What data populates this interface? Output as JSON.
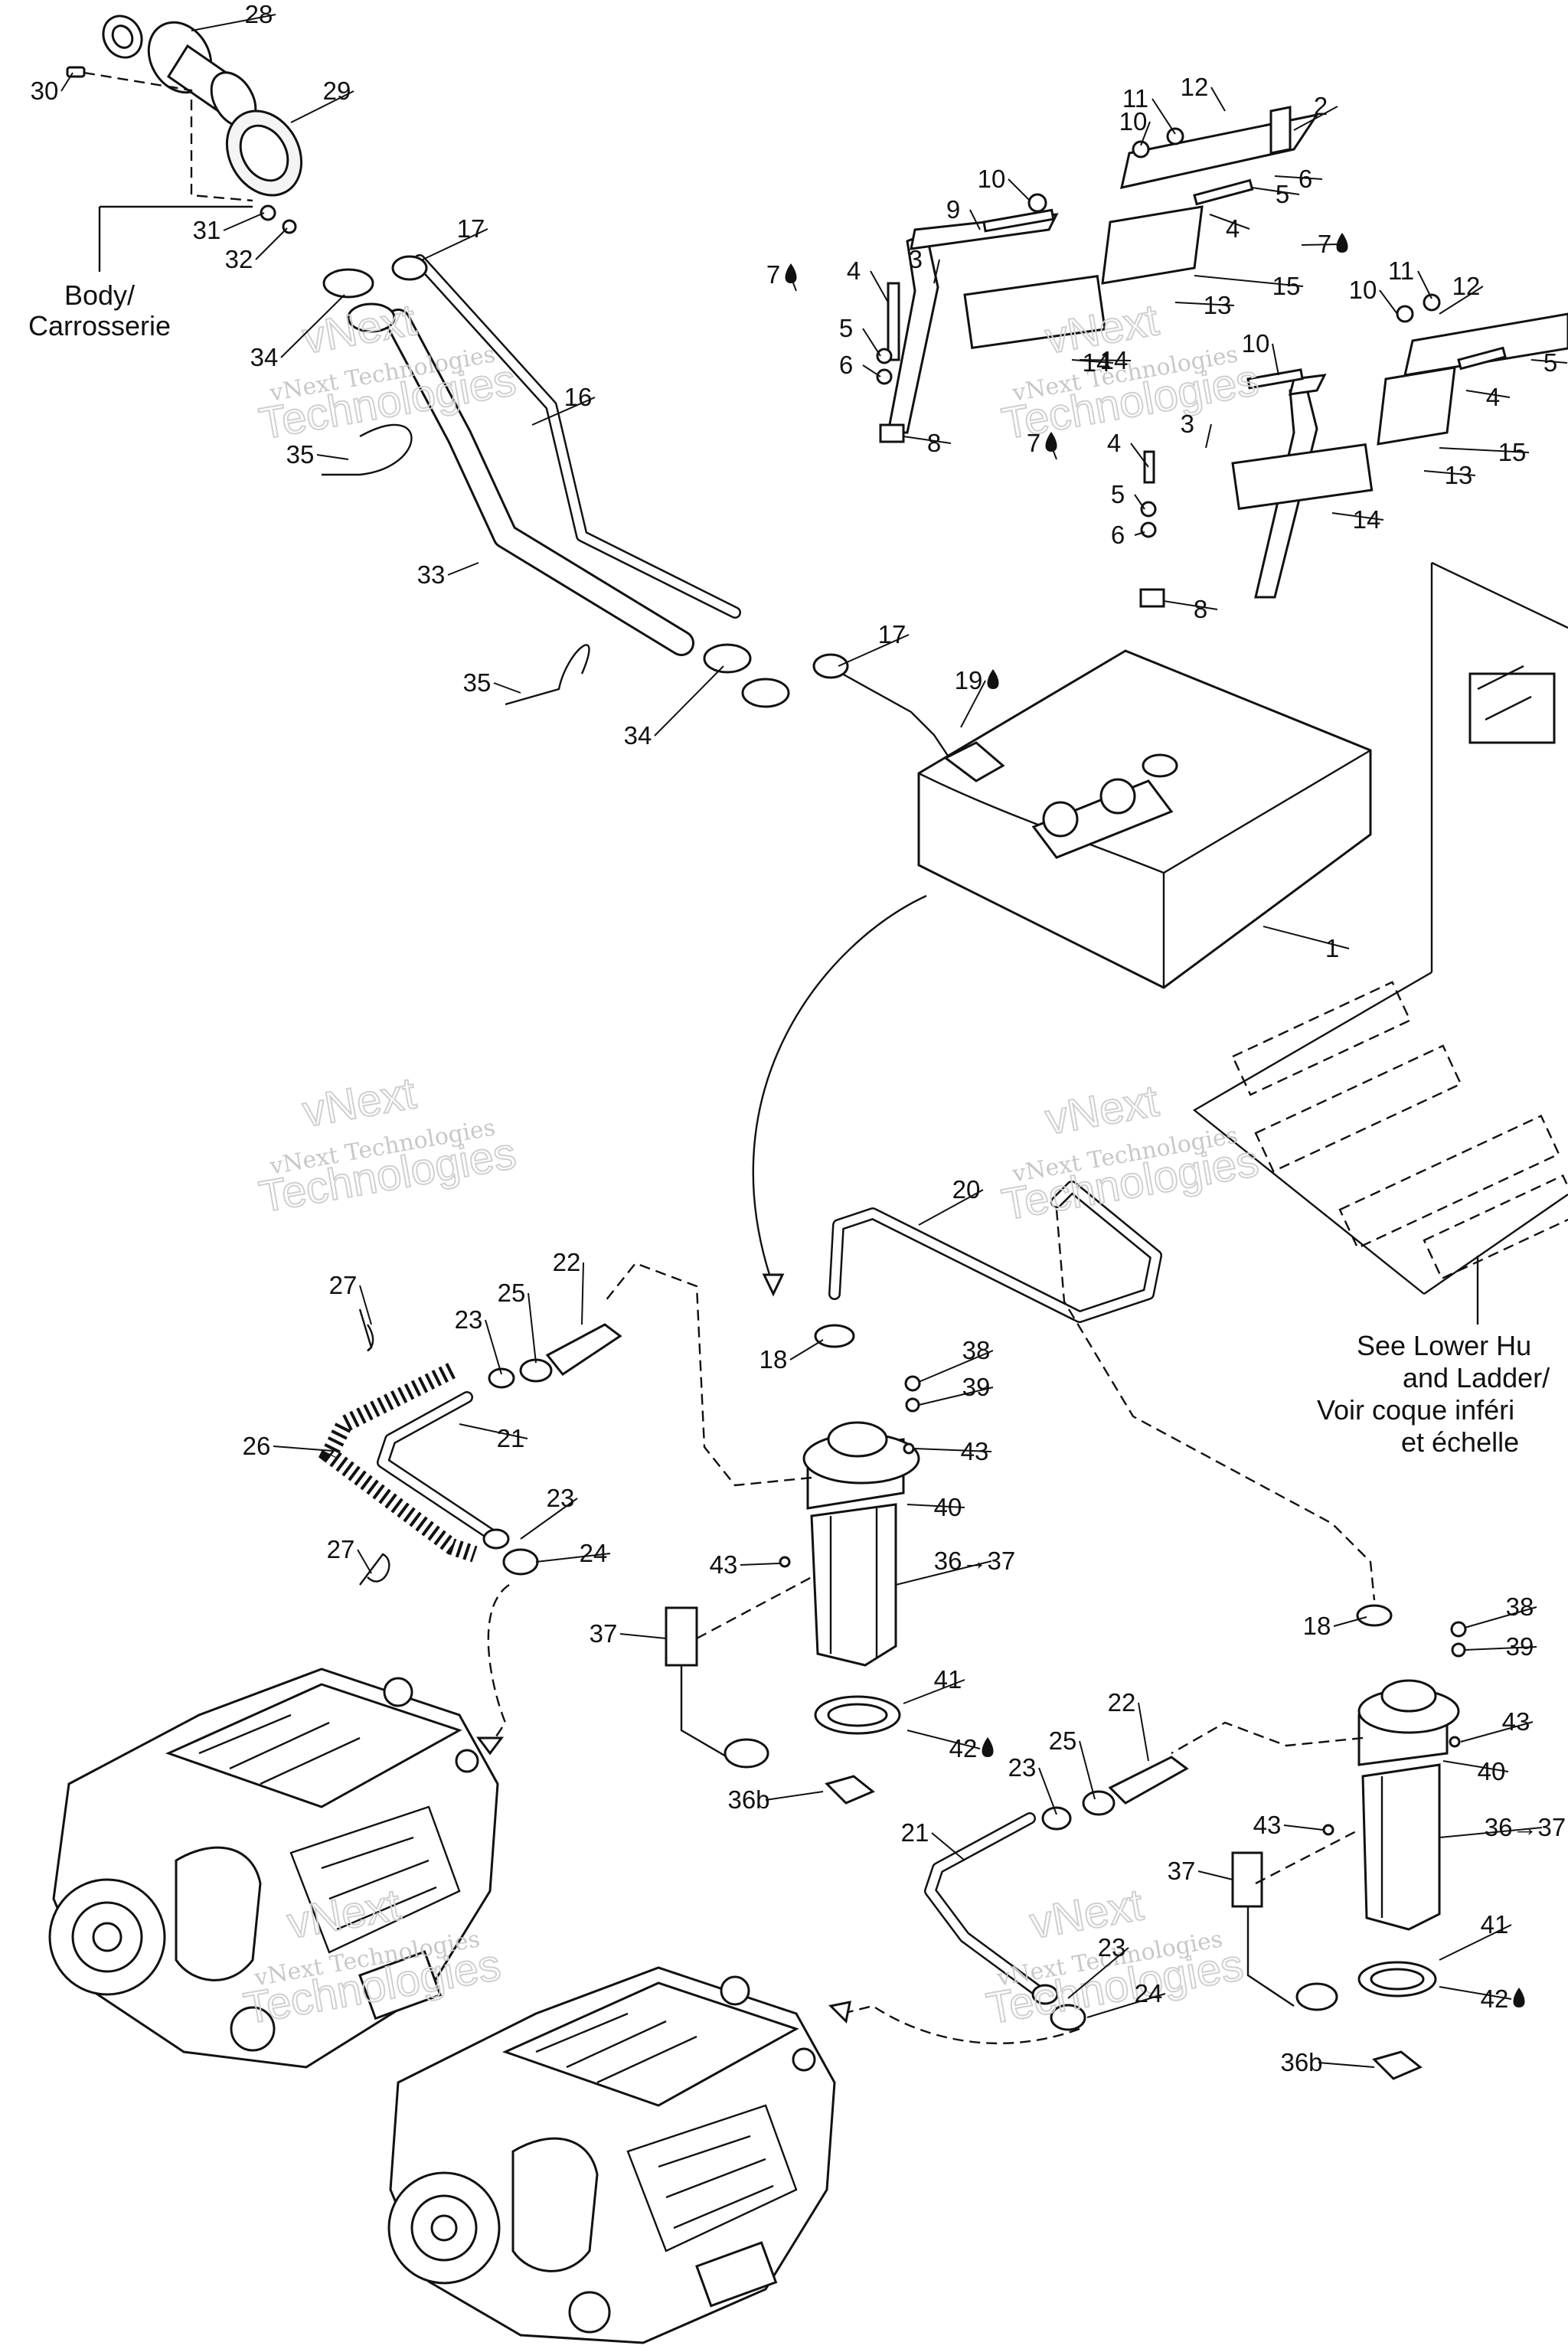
{
  "diagram": {
    "callouts": [
      "1",
      "2",
      "3",
      "3",
      "4",
      "4",
      "4",
      "4",
      "5",
      "5",
      "5",
      "5",
      "6",
      "6",
      "6",
      "7",
      "7",
      "7",
      "8",
      "8",
      "9",
      "10",
      "10",
      "10",
      "10",
      "11",
      "11",
      "12",
      "12",
      "13",
      "13",
      "14",
      "14",
      "14",
      "15",
      "15",
      "16",
      "17",
      "17",
      "18",
      "18",
      "19",
      "20",
      "21",
      "21",
      "22",
      "22",
      "23",
      "23",
      "23",
      "23",
      "24",
      "24",
      "25",
      "25",
      "26",
      "27",
      "27",
      "28",
      "29",
      "30",
      "31",
      "32",
      "33",
      "34",
      "34",
      "35",
      "35",
      "36→37",
      "36→37",
      "36b",
      "36b",
      "37",
      "37",
      "38",
      "38",
      "39",
      "39",
      "40",
      "40",
      "41",
      "41",
      "42",
      "42",
      "43",
      "43",
      "43",
      "43"
    ],
    "notes": {
      "body": [
        "Body/",
        "Carrosserie"
      ],
      "see_lower": [
        "See Lower Hu",
        "and Ladder/",
        "Voir coque inféri",
        "et échelle"
      ]
    },
    "watermark": {
      "line1": "vNext",
      "line2": "Technologies",
      "small": "vNext Technologies"
    }
  }
}
